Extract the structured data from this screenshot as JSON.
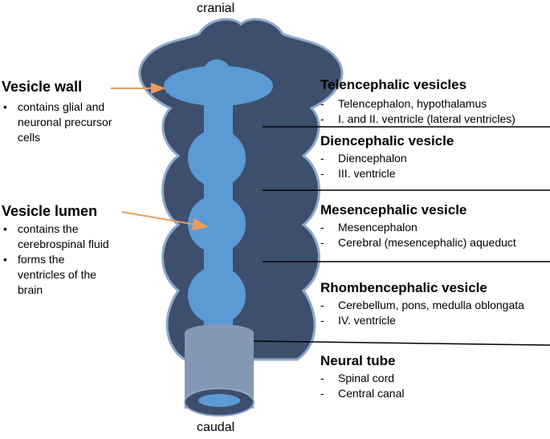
{
  "orientation": {
    "top": "cranial",
    "bottom": "caudal"
  },
  "left_labels": {
    "wall": {
      "heading": "Vesicle wall",
      "bullets": [
        "contains glial and\nneuronal precursor\ncells"
      ]
    },
    "lumen": {
      "heading": "Vesicle lumen",
      "bullets": [
        "contains the\ncerebrospinal fluid",
        "forms the\nventricles of the\nbrain"
      ]
    }
  },
  "sections": [
    {
      "heading": "Telencephalic vesicles",
      "items": [
        "Telencephalon, hypothalamus",
        "I. and II. ventricle (lateral ventricles)"
      ]
    },
    {
      "heading": "Diencephalic vesicle",
      "items": [
        "Diencephalon",
        "III. ventricle"
      ]
    },
    {
      "heading": "Mesencephalic vesicle",
      "items": [
        "Mesencephalon",
        "Cerebral (mesencephalic) aqueduct"
      ]
    },
    {
      "heading": "Rhombencephalic vesicle",
      "items": [
        "Cerebellum, pons, medulla oblongata",
        "IV. ventricle"
      ]
    },
    {
      "heading": "Neural tube",
      "items": [
        "Spinal cord",
        "Central canal"
      ]
    }
  ],
  "colors": {
    "wall_fill": "#3e4f6d",
    "wall_outline": "#8fa8cc",
    "lumen_fill": "#5b9bd5",
    "tube_fill": "#8597b6",
    "arrow": "#ed9b59",
    "divider": "#000000"
  }
}
